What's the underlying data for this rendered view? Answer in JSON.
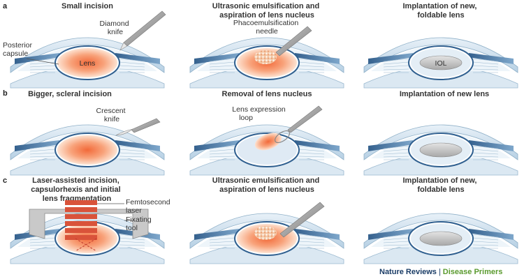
{
  "rows": [
    {
      "letter": "a",
      "panels": [
        {
          "title": [
            "Small incision"
          ],
          "labels": [
            "Diamond",
            "knife",
            "Posterior",
            "capsule",
            "Lens"
          ]
        },
        {
          "title": [
            "Ultrasonic emulsification and",
            "aspiration of lens nucleus"
          ],
          "labels": [
            "Phacoemulsification",
            "needle"
          ]
        },
        {
          "title": [
            "Implantation of new,",
            "foldable lens"
          ],
          "labels": [
            "IOL"
          ]
        }
      ]
    },
    {
      "letter": "b",
      "panels": [
        {
          "title": [
            "Bigger, scleral incision"
          ],
          "labels": [
            "Crescent",
            "knife"
          ]
        },
        {
          "title": [
            "Removal of lens nucleus"
          ],
          "labels": [
            "Lens expression",
            "loop"
          ]
        },
        {
          "title": [
            "Implantation of new lens"
          ],
          "labels": []
        }
      ]
    },
    {
      "letter": "c",
      "panels": [
        {
          "title": [
            "Laser-assisted incision,",
            "capsulorhexis and initial",
            "lens fragmentation"
          ],
          "labels": [
            "Femtosecond",
            "laser",
            "Fixating",
            "tool"
          ]
        },
        {
          "title": [
            "Ultrasonic emulsification and",
            "aspiration of lens nucleus"
          ],
          "labels": []
        },
        {
          "title": [
            "Implantation of new,",
            "foldable lens"
          ],
          "labels": []
        }
      ]
    }
  ],
  "credit": {
    "publisher": "Nature Reviews",
    "separator": "|",
    "journal": "Disease Primers"
  },
  "colors": {
    "cornea": "#a9c8de",
    "iris": "#5b87b0",
    "lens_center": "#f06a3c",
    "iol": "#c8c8c8",
    "instrument": "#9a9a9a",
    "laser": "#d9533a"
  }
}
